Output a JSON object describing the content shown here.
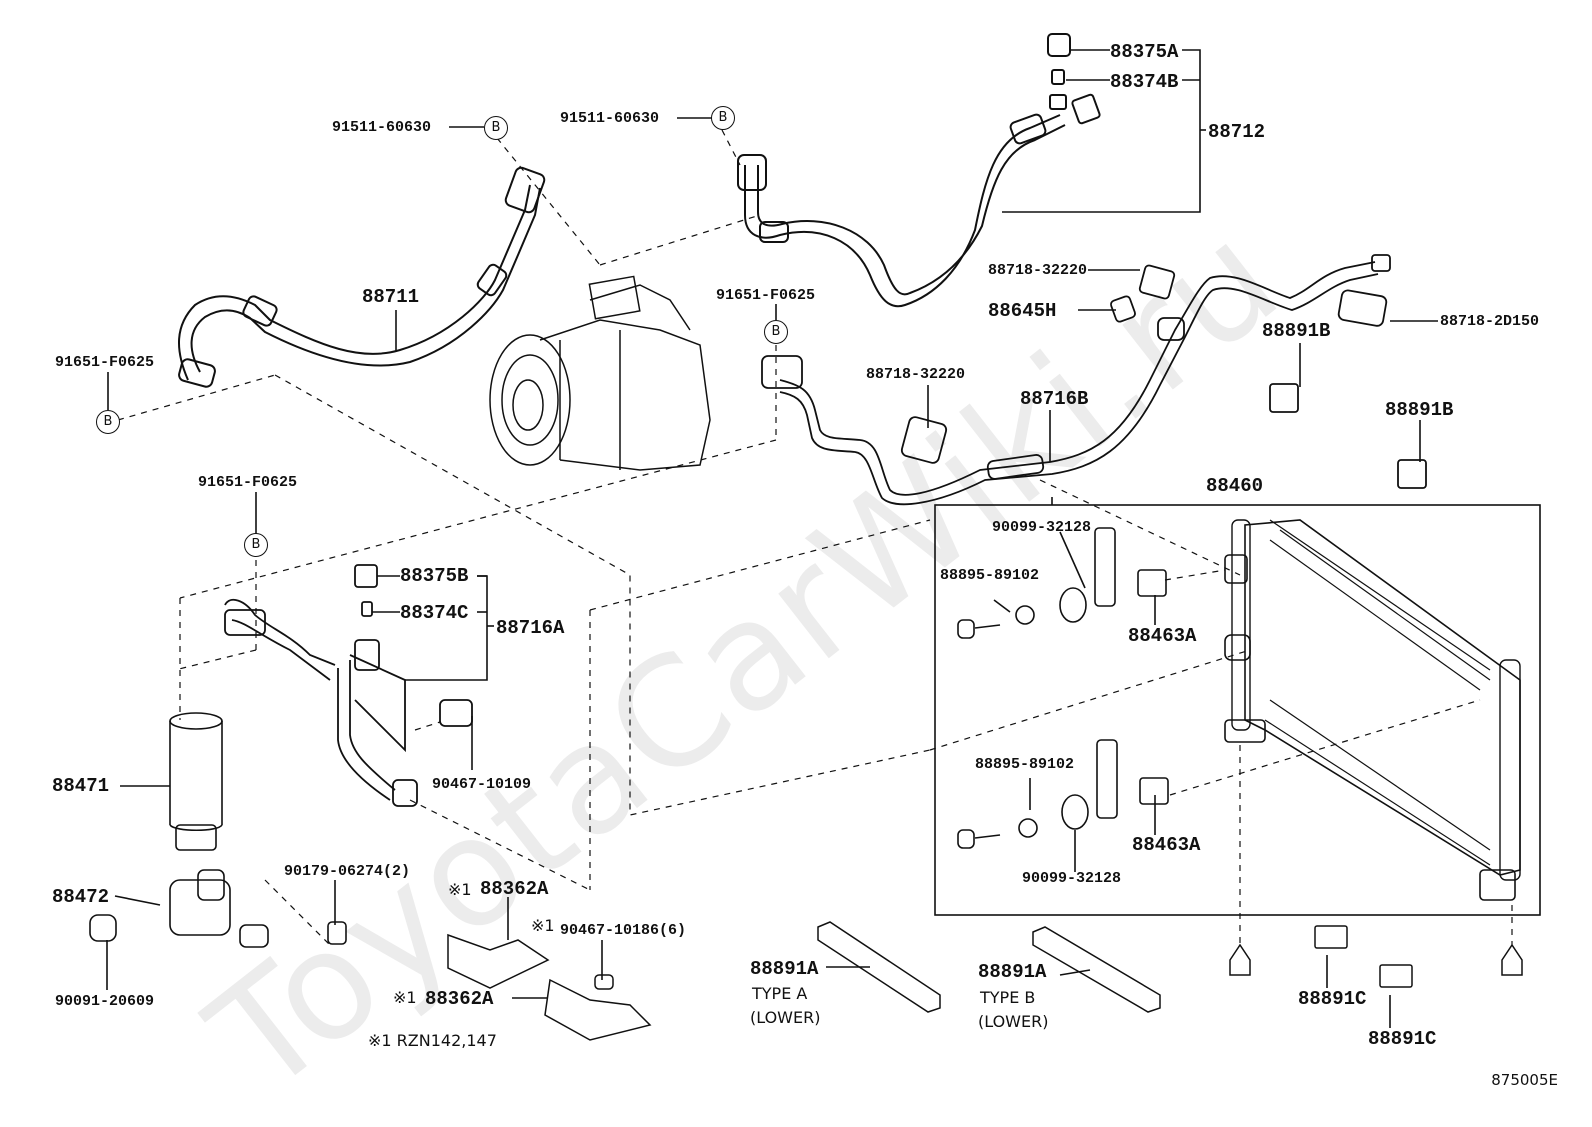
{
  "diagram": {
    "title": "Air conditioner condenser, hoses and piping parts diagram",
    "watermark": "ToyotaCarWiki.ru",
    "figure_code": "875005E",
    "footnote": "※1 RZN142,147",
    "callout_symbol": "B",
    "labels": {
      "p91511_left": "91511-60630",
      "p91511_right": "91511-60630",
      "p88711": "88711",
      "p91651_topleft": "91651-F0625",
      "p91651_mid": "91651-F0625",
      "p91651_left": "91651-F0625",
      "p88375A": "88375A",
      "p88374B": "88374B",
      "p88712": "88712",
      "p88718_32220_top": "88718-32220",
      "p88645H": "88645H",
      "p88718_2D150": "88718-2D150",
      "p88891B_top": "88891B",
      "p88891B_right": "88891B",
      "p88718_32220_mid": "88718-32220",
      "p88716B": "88716B",
      "p88460": "88460",
      "p88375B": "88375B",
      "p88374C": "88374C",
      "p88716A": "88716A",
      "p88471": "88471",
      "p90467_10109": "90467-10109",
      "p88472": "88472",
      "p90179": "90179-06274(2)",
      "p90091": "90091-20609",
      "p88362A_top": "88362A",
      "p88362A_bottom": "88362A",
      "p90467_10186": "90467-10186(6)",
      "note_mark": "※1",
      "p90099_top": "90099-32128",
      "p88895_top": "88895-89102",
      "p88463A_top": "88463A",
      "p88895_bottom": "88895-89102",
      "p88463A_bottom": "88463A",
      "p90099_bottom": "90099-32128",
      "p88891A_a": "88891A",
      "p88891A_a_type": "TYPE A",
      "p88891A_a_pos": "(LOWER)",
      "p88891A_b": "88891A",
      "p88891A_b_type": "TYPE B",
      "p88891A_b_pos": "(LOWER)",
      "p88891C_a": "88891C",
      "p88891C_b": "88891C"
    },
    "parts": [
      {
        "name": "compressor"
      },
      {
        "name": "discharge-hose",
        "part_no": "88711"
      },
      {
        "name": "suction-hose",
        "part_no": "88712"
      },
      {
        "name": "liquid-tube",
        "part_no": "88716B"
      },
      {
        "name": "receiver-tube",
        "part_no": "88716A"
      },
      {
        "name": "receiver-dryer",
        "part_no": "88471"
      },
      {
        "name": "receiver-bracket",
        "part_no": "88472"
      },
      {
        "name": "condenser-assembly",
        "part_no": "88460"
      }
    ]
  }
}
